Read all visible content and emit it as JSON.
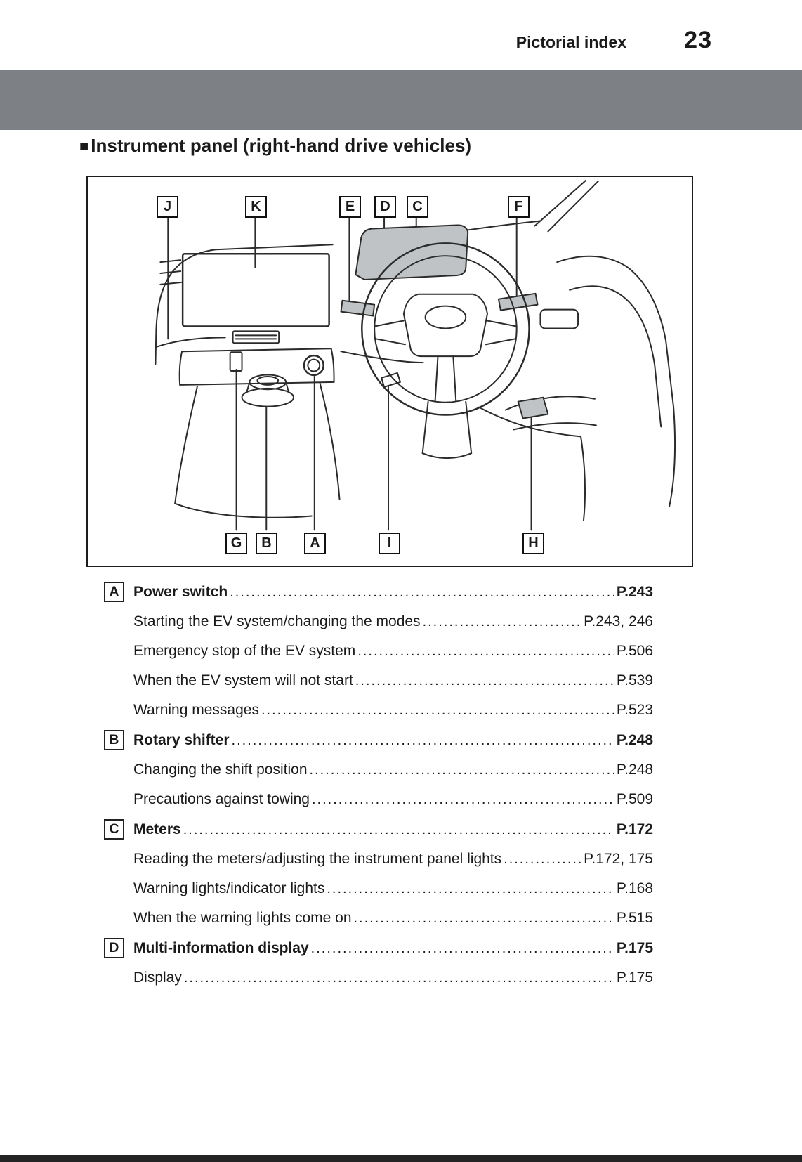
{
  "header": {
    "title": "Pictorial index",
    "page_number": "23"
  },
  "section": {
    "marker": "■",
    "title": "Instrument panel (right-hand drive vehicles)"
  },
  "diagram": {
    "top_labels": [
      "J",
      "K",
      "E",
      "D",
      "C",
      "F"
    ],
    "bottom_labels": [
      "G",
      "B",
      "A",
      "I",
      "H"
    ]
  },
  "index": [
    {
      "letter": "A",
      "title": "Power switch",
      "page": "P.243",
      "items": [
        {
          "label": "Starting the EV system/changing the modes",
          "page": "P.243, 246"
        },
        {
          "label": "Emergency stop of the EV system",
          "page": "P.506"
        },
        {
          "label": "When the EV system will not start",
          "page": "P.539"
        },
        {
          "label": "Warning messages",
          "page": "P.523"
        }
      ]
    },
    {
      "letter": "B",
      "title": "Rotary shifter",
      "page": "P.248",
      "items": [
        {
          "label": "Changing the shift position",
          "page": "P.248"
        },
        {
          "label": "Precautions against towing",
          "page": "P.509"
        }
      ]
    },
    {
      "letter": "C",
      "title": "Meters",
      "page": "P.172",
      "items": [
        {
          "label": "Reading the meters/adjusting the instrument panel lights",
          "page": "P.172, 175"
        },
        {
          "label": "Warning lights/indicator lights",
          "page": "P.168"
        },
        {
          "label": "When the warning lights come on",
          "page": "P.515"
        }
      ]
    },
    {
      "letter": "D",
      "title": "Multi-information display",
      "page": "P.175",
      "items": [
        {
          "label": "Display",
          "page": "P.175"
        }
      ]
    }
  ],
  "colors": {
    "chapter_band": "#7d8185",
    "diagram_gray": "#bfc3c5",
    "footer_band": "#242424"
  }
}
